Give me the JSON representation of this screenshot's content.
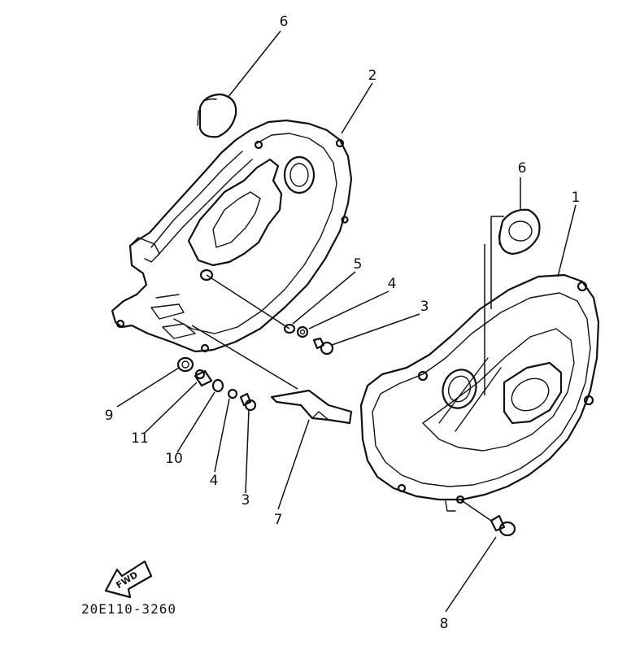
{
  "callouts": [
    {
      "id": "c6a",
      "text": "6"
    },
    {
      "id": "c2",
      "text": "2"
    },
    {
      "id": "c6b",
      "text": "6"
    },
    {
      "id": "c1",
      "text": "1"
    },
    {
      "id": "c5",
      "text": "5"
    },
    {
      "id": "c4a",
      "text": "4"
    },
    {
      "id": "c3a",
      "text": "3"
    },
    {
      "id": "c9",
      "text": "9"
    },
    {
      "id": "c11",
      "text": "11"
    },
    {
      "id": "c10",
      "text": "10"
    },
    {
      "id": "c4b",
      "text": "4"
    },
    {
      "id": "c3b",
      "text": "3"
    },
    {
      "id": "c7",
      "text": "7"
    },
    {
      "id": "c8",
      "text": "8"
    }
  ],
  "fwd_label": "FWD",
  "drawing_code": "20E110-3260"
}
